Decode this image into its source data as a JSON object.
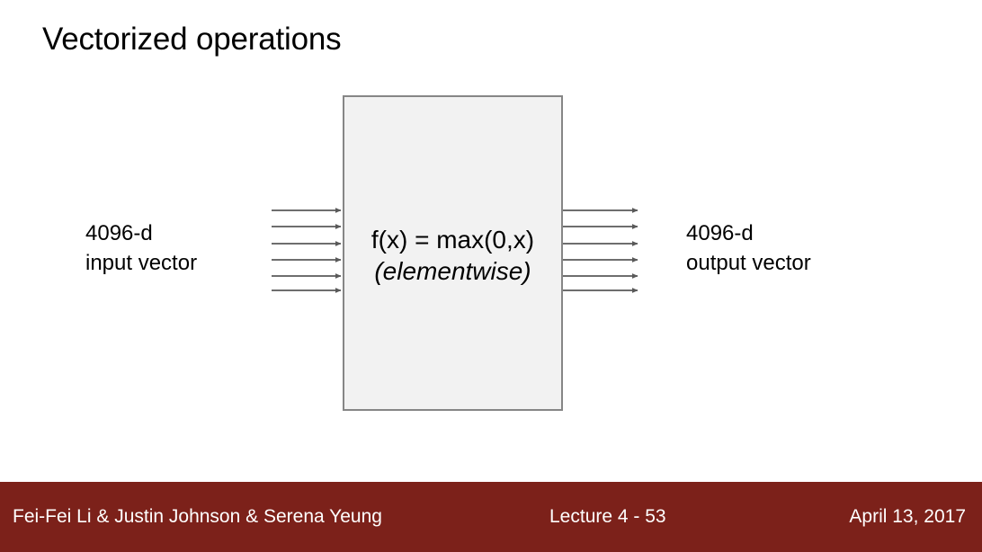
{
  "slide": {
    "title": "Vectorized operations",
    "background_color": "#ffffff"
  },
  "diagram": {
    "box": {
      "line1": "f(x) = max(0,x)",
      "line2": "(elementwise)",
      "fill_color": "#f2f2f2",
      "border_color": "#868686"
    },
    "input": {
      "label_line1": "4096-d",
      "label_line2": "input vector",
      "arrow_count": 6,
      "arrow_color": "#595959",
      "direction": "right"
    },
    "output": {
      "label_line1": "4096-d",
      "label_line2": "output vector",
      "arrow_count": 6,
      "arrow_color": "#595959",
      "direction": "right"
    }
  },
  "footer": {
    "authors": "Fei-Fei Li & Justin Johnson & Serena Yeung",
    "lecture": "Lecture 4 - 53",
    "date": "April 13, 2017",
    "background_color": "#7c211a",
    "text_color": "#ffffff"
  }
}
